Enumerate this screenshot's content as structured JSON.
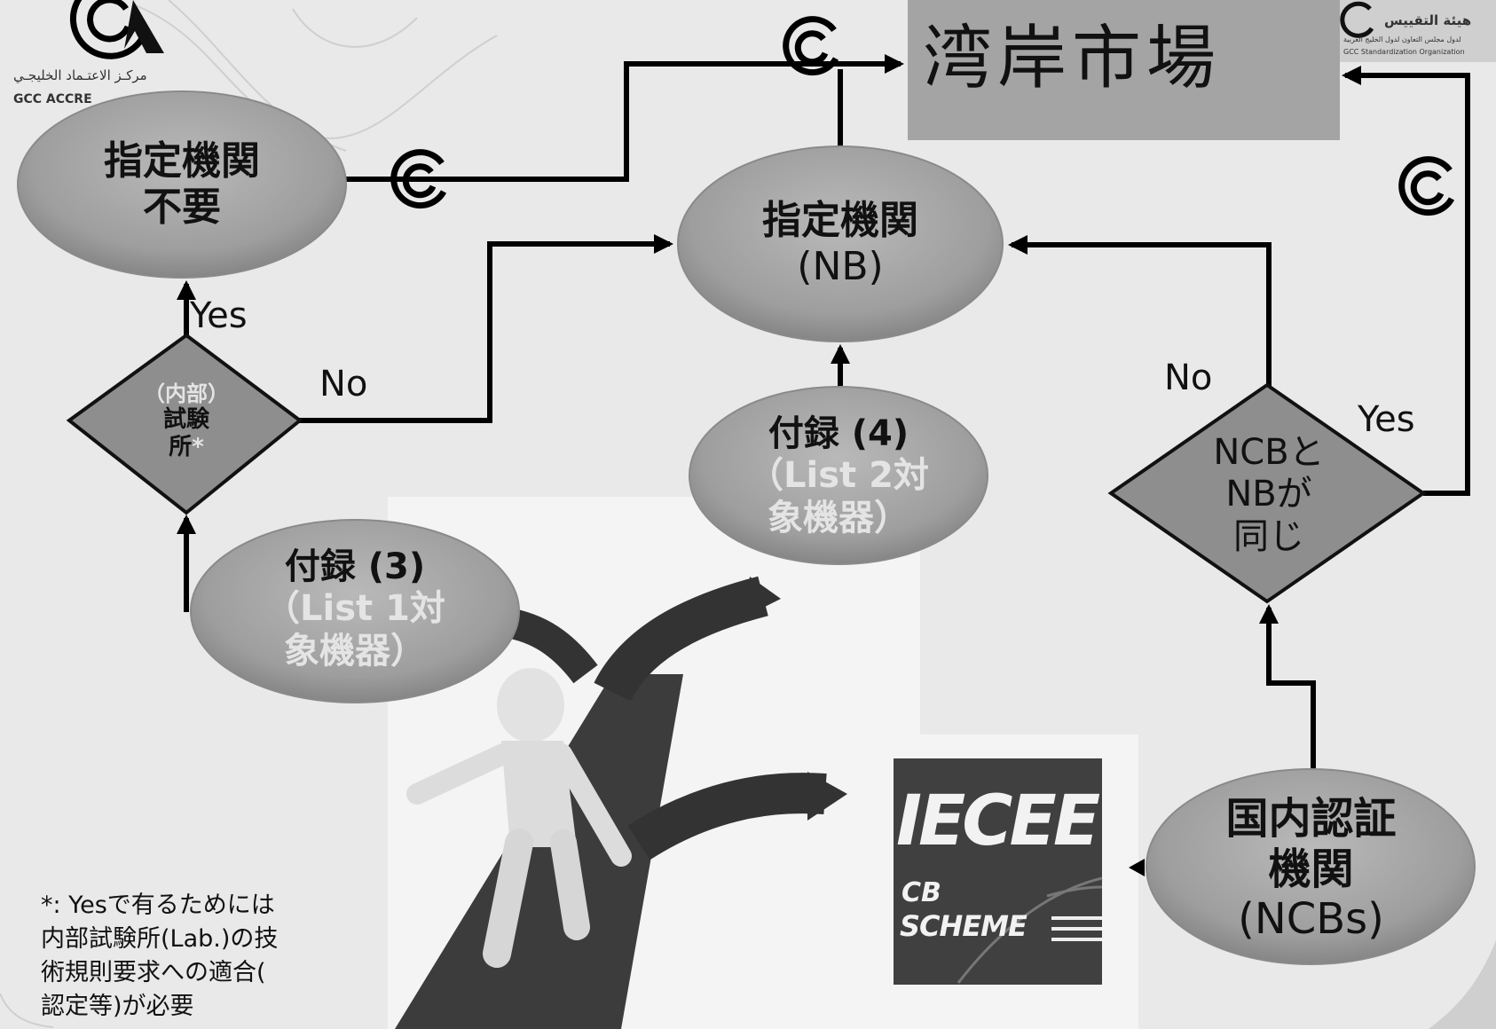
{
  "logos": {
    "top_left_arabic": "مركـز الاعتـماد الخليجـي",
    "top_left_english": "GCC ACCRE",
    "top_right_arabic": "هيئة التقييس",
    "top_right_arabic_sub": "لدول مجلس التعاون لدول الخليج العربية",
    "top_right_english": "GCC Standardization Organization"
  },
  "nodes": {
    "gulf_market": "湾岸市場",
    "nb_not_required_line1": "指定機関",
    "nb_not_required_line2": "不要",
    "nb_line1": "指定機関",
    "nb_line2": "(NB)",
    "internal_lab_line1": "（内部）",
    "internal_lab_line2": "試験",
    "internal_lab_line3": "所",
    "internal_lab_asterisk": "*",
    "annex3_title": "付録 (3)",
    "annex3_sub1": "（List 1対",
    "annex3_sub2": "象機器）",
    "annex4_title": "付録 (4)",
    "annex4_sub1": "（List 2対",
    "annex4_sub2": "象機器）",
    "ncb_same_line1": "NCBと",
    "ncb_same_line2": "NBが",
    "ncb_same_line3": "同じ",
    "ncbs_line1": "国内認証",
    "ncbs_line2": "機関",
    "ncbs_line3": "(NCBs)"
  },
  "edge_labels": {
    "yes_left": "Yes",
    "no_left": "No",
    "no_right": "No",
    "yes_right": "Yes"
  },
  "iecee": {
    "title": "IECEE",
    "cb": "CB",
    "scheme": "SCHEME"
  },
  "footnote": {
    "line1": "*: Yesで有るためには",
    "line2": "内部試験所(Lab.)の技",
    "line3": "術規則要求への適合(",
    "line4": "認定等)が必要"
  }
}
